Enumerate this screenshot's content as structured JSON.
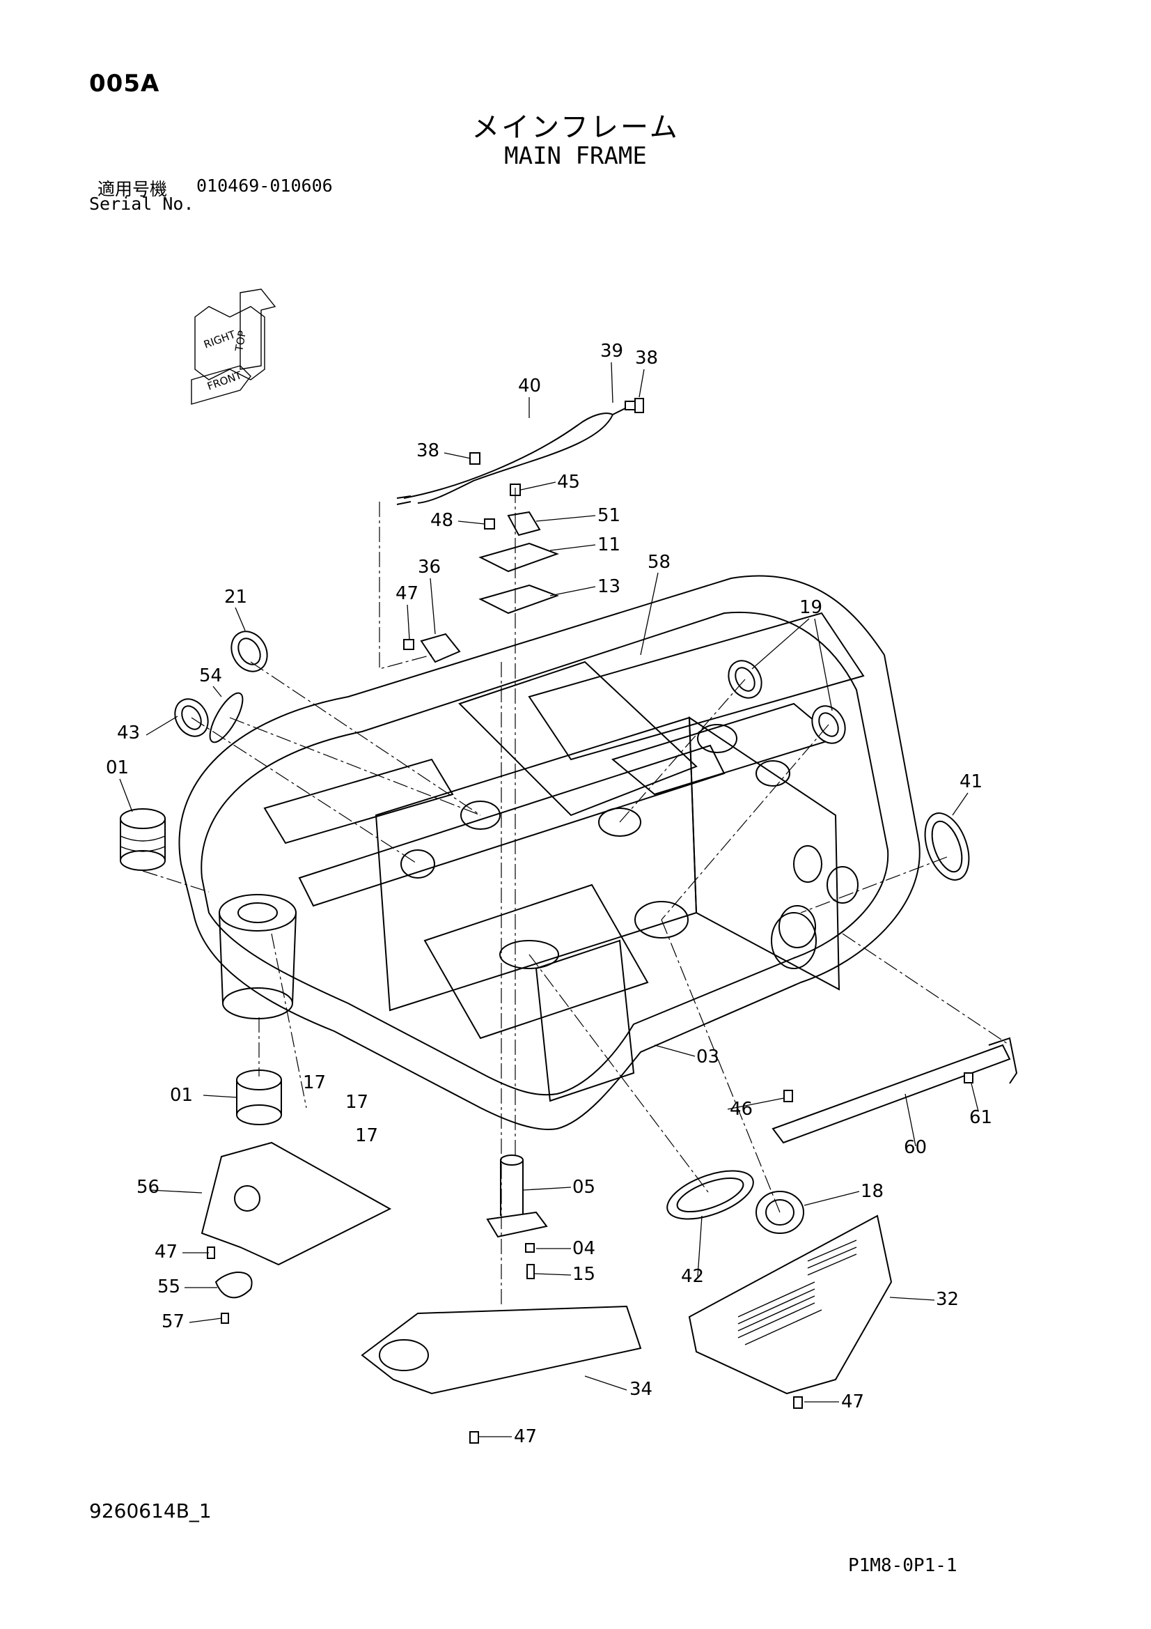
{
  "header": {
    "page_code": "005A",
    "title_jp": "メインフレーム",
    "title_en": "MAIN FRAME",
    "serial_label_jp": "適用号機",
    "serial_range": "010469-010606",
    "serial_label_en": "Serial No."
  },
  "orientation_key": {
    "labels": [
      "TOP",
      "RIGHT",
      "FRONT"
    ]
  },
  "callouts": [
    "39",
    "38",
    "40",
    "38",
    "45",
    "48",
    "51",
    "11",
    "13",
    "58",
    "36",
    "47",
    "21",
    "19",
    "54",
    "43",
    "41",
    "01",
    "03",
    "17",
    "17",
    "17",
    "01",
    "46",
    "61",
    "60",
    "56",
    "05",
    "18",
    "47",
    "04",
    "15",
    "42",
    "55",
    "57",
    "32",
    "34",
    "47",
    "47"
  ],
  "footer": {
    "drawing_number": "9260614B_1",
    "page_reference": "P1M8-0P1-1"
  }
}
